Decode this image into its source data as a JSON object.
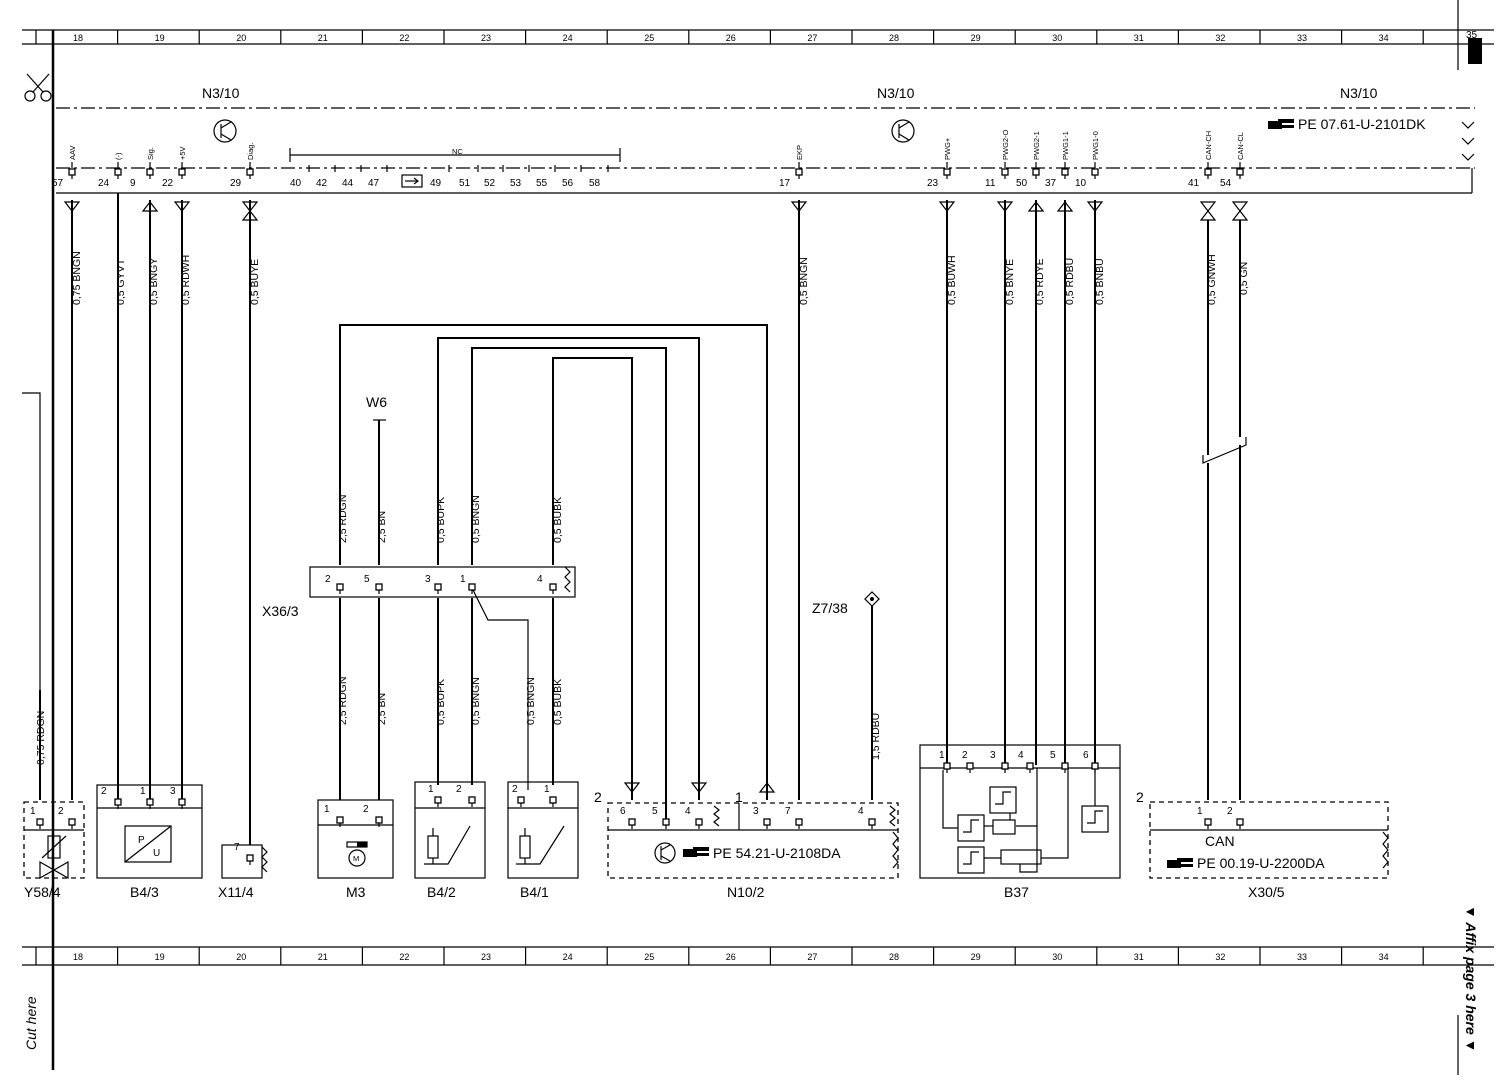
{
  "columns": [
    "18",
    "19",
    "20",
    "21",
    "22",
    "23",
    "24",
    "25",
    "26",
    "27",
    "28",
    "29",
    "30",
    "31",
    "32",
    "33",
    "34"
  ],
  "corner_page": "35",
  "cut_note": "Cut here",
  "affix_note": "▼ Affix page 3 here ▼",
  "module": {
    "name": "N3/10",
    "reference": "PE 07.61-U-2101DK",
    "nc_label": "NC",
    "nc_pins": [
      "40",
      "42",
      "44",
      "47",
      "49",
      "51",
      "52",
      "53",
      "55",
      "56",
      "58"
    ],
    "pins": [
      {
        "num": "57",
        "func": "AAV"
      },
      {
        "num": "24",
        "func": "(-)"
      },
      {
        "num": "9",
        "func": "Sig."
      },
      {
        "num": "22",
        "func": "+5V"
      },
      {
        "num": "29",
        "func": "Diag."
      },
      {
        "num": "17",
        "func": "EKP"
      },
      {
        "num": "23",
        "func": "PWG+"
      },
      {
        "num": "11",
        "func": "PWG2-O"
      },
      {
        "num": "50",
        "func": "PWG2-1"
      },
      {
        "num": "37",
        "func": "PWG1-1"
      },
      {
        "num": "10",
        "func": "PWG1-0"
      },
      {
        "num": "41",
        "func": "CAN-CH"
      },
      {
        "num": "54",
        "func": "CAN-CL"
      }
    ]
  },
  "wires": [
    {
      "id": "w57",
      "label": "0,75 BNGN"
    },
    {
      "id": "w24",
      "label": "0,5 GYVT"
    },
    {
      "id": "w9",
      "label": "0,5 BNGY"
    },
    {
      "id": "w22",
      "label": "0,5 RDWH"
    },
    {
      "id": "w29",
      "label": "0,5 BUYE"
    },
    {
      "id": "w17",
      "label": "0,5 BNGN"
    },
    {
      "id": "w23",
      "label": "0,5 BUWH"
    },
    {
      "id": "w11",
      "label": "0,5 BNYE"
    },
    {
      "id": "w50",
      "label": "0,5 RDYE"
    },
    {
      "id": "w37",
      "label": "0,5 RDBU"
    },
    {
      "id": "w10",
      "label": "0,5 BNBU"
    },
    {
      "id": "w41",
      "label": "0,5 GNWH"
    },
    {
      "id": "w54",
      "label": "0,5 GN"
    },
    {
      "id": "wy58",
      "label": "0,75 RDGN"
    },
    {
      "id": "wx1",
      "label": "2,5 RDGN"
    },
    {
      "id": "wx2",
      "label": "2,5 BN"
    },
    {
      "id": "wx3",
      "label": "0,5 BUPK"
    },
    {
      "id": "wx4",
      "label": "0,5 BNGN"
    },
    {
      "id": "wx5",
      "label": "0,5 BUBK"
    },
    {
      "id": "wm1",
      "label": "2,5 RDGN"
    },
    {
      "id": "wm2",
      "label": "2,5 BN"
    },
    {
      "id": "wb42a",
      "label": "0,5 BUPK"
    },
    {
      "id": "wb42b",
      "label": "0,5 BNGN"
    },
    {
      "id": "wb41a",
      "label": "0,5 BNGN"
    },
    {
      "id": "wb41b",
      "label": "0,5 BUBK"
    },
    {
      "id": "wz7",
      "label": "1,5 RDBU"
    }
  ],
  "connector_x36": {
    "name": "X36/3",
    "pins": [
      "2",
      "5",
      "3",
      "1",
      "4"
    ]
  },
  "ground_w6": "W6",
  "splice_z7": "Z7/38",
  "components": [
    {
      "id": "y58",
      "name": "Y58/4",
      "pins": [
        "1",
        "2"
      ]
    },
    {
      "id": "b43",
      "name": "B4/3",
      "pins": [
        "2",
        "1",
        "3"
      ],
      "symbol_p": "P",
      "symbol_u": "U"
    },
    {
      "id": "x114",
      "name": "X11/4",
      "pins": [
        "7"
      ]
    },
    {
      "id": "m3",
      "name": "M3",
      "pins": [
        "1",
        "2"
      ],
      "symbol": "M"
    },
    {
      "id": "b42",
      "name": "B4/2",
      "pins": [
        "1",
        "2"
      ]
    },
    {
      "id": "b41",
      "name": "B4/1",
      "pins": [
        "2",
        "1"
      ]
    },
    {
      "id": "n102",
      "name": "N10/2",
      "pins": [
        "6",
        "5",
        "4",
        "3",
        "7",
        "4"
      ],
      "group_a": "2",
      "group_b": "1",
      "reference": "PE 54.21-U-2108DA"
    },
    {
      "id": "b37",
      "name": "B37",
      "pins": [
        "1",
        "2",
        "3",
        "4",
        "5",
        "6"
      ]
    },
    {
      "id": "x305",
      "name": "X30/5",
      "pins": [
        "1",
        "2"
      ],
      "group": "2",
      "can_label": "CAN",
      "reference": "PE 00.19-U-2200DA"
    }
  ]
}
